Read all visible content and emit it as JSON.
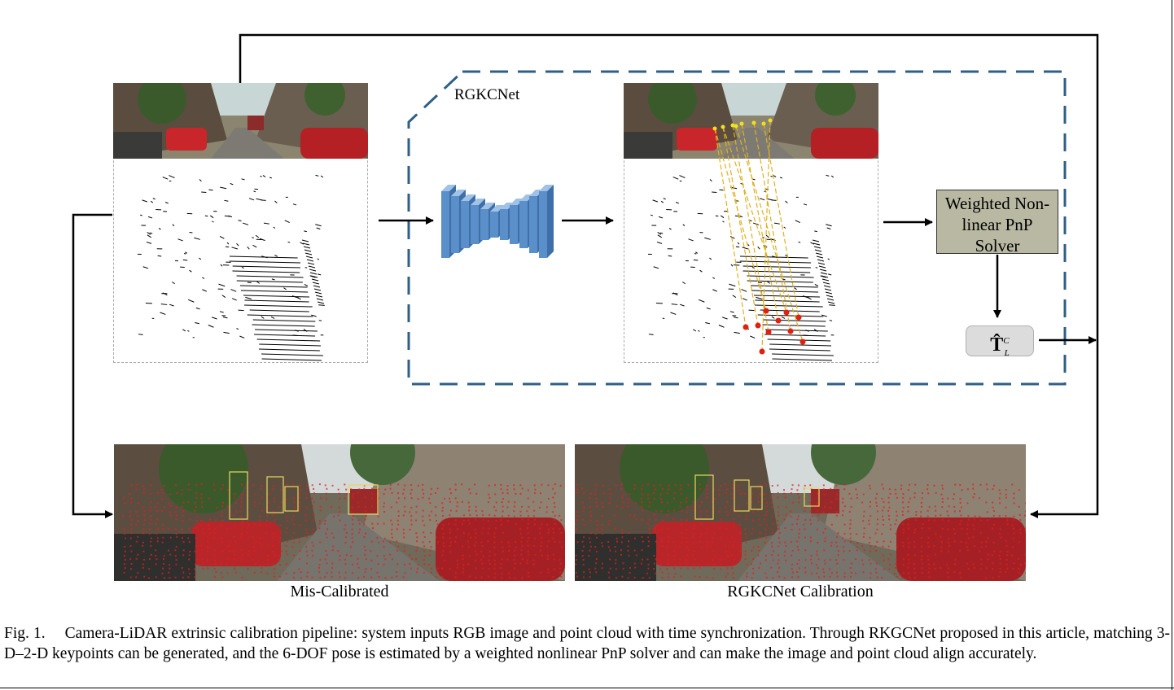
{
  "diagram": {
    "rgkcnet_box_title": "RGKCNet",
    "solver_label_lines": [
      "Weighted Non-",
      "linear PnP",
      "Solver"
    ],
    "pose_symbol": "T̂",
    "pose_superscript": "C",
    "pose_subscript": "L",
    "bottom_left_label": "Mis-Calibrated",
    "bottom_right_label": "RGKCNet Calibration",
    "colors": {
      "dashed_box": "#2f5f86",
      "network_blocks": "#5b8fc9",
      "solver_fill": "#b9b9a3",
      "pose_fill": "#dcdcdc",
      "keypoint_line": "#e0b020",
      "keypoint_dot": "#e02010",
      "lidar_overlay": "#e02020",
      "bbox": "#e8d860"
    }
  },
  "caption": {
    "figure_number": "Fig. 1.",
    "text": "Camera-LiDAR extrinsic calibration pipeline: system inputs RGB image and point cloud with time synchronization. Through RKGCNet proposed in this article, matching 3-D–2-D keypoints can be generated, and the 6-DOF pose is estimated by a weighted nonlinear PnP solver and can make the image and point cloud align accurately."
  }
}
